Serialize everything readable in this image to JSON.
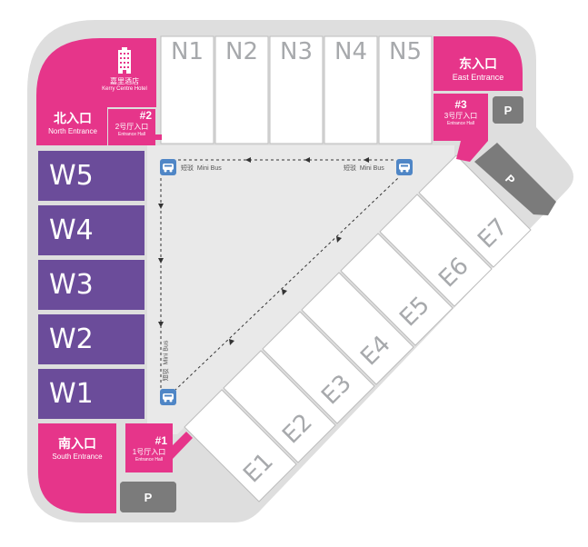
{
  "colors": {
    "background": "#ffffff",
    "outline": "#dedede",
    "inner_area": "#e9e9e9",
    "booth": "#ffffff",
    "booth_border": "#bdbdbd",
    "entrance": "#e6358a",
    "west_hall": "#6b4c9a",
    "parking": "#7b7b7b",
    "bus": "#4f86c6"
  },
  "north_halls": [
    "N1",
    "N2",
    "N3",
    "N4",
    "N5"
  ],
  "west_halls": [
    "W5",
    "W4",
    "W3",
    "W2",
    "W1"
  ],
  "east_halls": [
    "E1",
    "E2",
    "E3",
    "E4",
    "E5",
    "E6",
    "E7"
  ],
  "hotel": {
    "name_cn": "嘉里酒店",
    "name_en": "Kerry Centre Hotel",
    "icon": "building-icon"
  },
  "entrances": {
    "north": {
      "cn": "北入口",
      "en": "North Entrance"
    },
    "east": {
      "cn": "东入口",
      "en": "East Entrance"
    },
    "south": {
      "cn": "南入口",
      "en": "South Entrance"
    }
  },
  "halls": {
    "h1": {
      "num": "#1",
      "cn": "1号厅入口",
      "en": "Entrance Hall"
    },
    "h2": {
      "num": "#2",
      "cn": "2号厅入口",
      "en": "Entrance Hall"
    },
    "h3": {
      "num": "#3",
      "cn": "3号厅入口",
      "en": "Entrance Hall"
    }
  },
  "parking_label": "P",
  "shuttle": {
    "cn": "短驳",
    "en": "Mini Bus",
    "icon": "bus-icon"
  }
}
